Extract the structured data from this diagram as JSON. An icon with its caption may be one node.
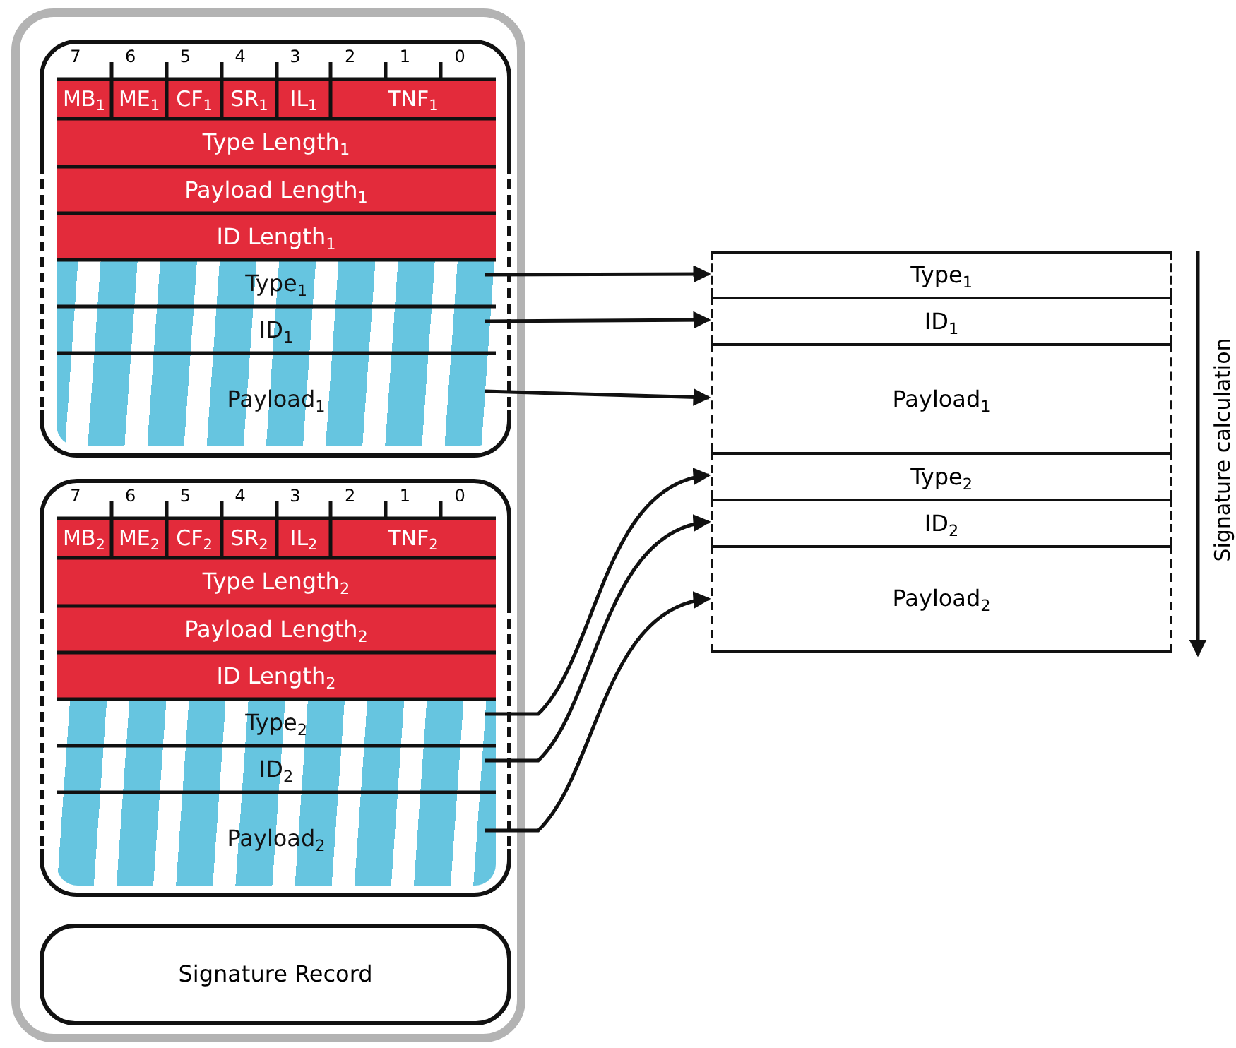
{
  "diagram": {
    "nodes": [
      {
        "text": [],
        "shape": "box"
      },
      {
        "text": [],
        "shape": "box",
        "in": 0
      },
      {
        "text": [
          "MB$_{1}$"
        ],
        "in": 1
      },
      {
        "text": [
          "ME$_{1}$"
        ],
        "in": 1
      },
      {
        "text": [
          "CF$_{1}$"
        ],
        "in": 1
      },
      {
        "text": [
          "SR$_{1}$"
        ],
        "in": 1
      },
      {
        "text": [
          "IL$_{1}$"
        ],
        "in": 1
      },
      {
        "text": [
          "TNF$_{1}$"
        ],
        "in": 1
      },
      {
        "text": [
          "Type Length$_{1}$"
        ],
        "in": 1
      },
      {
        "text": [
          "Payload Length$_{1}$"
        ],
        "in": 1
      },
      {
        "text": [
          "ID Length$_{1}$"
        ],
        "in": 1
      },
      {
        "text": [
          "Type$_{1}$"
        ],
        "in": 1
      },
      {
        "text": [
          "ID$_{1}$"
        ],
        "in": 1
      },
      {
        "text": [
          "Payload$_{1}$"
        ],
        "in": 1
      },
      {
        "text": [],
        "shape": "box",
        "in": 0
      },
      {
        "text": [
          "MB$_{2}$"
        ],
        "in": 14
      },
      {
        "text": [
          "ME$_{2}$"
        ],
        "in": 14
      },
      {
        "text": [
          "CF$_{2}$"
        ],
        "in": 14
      },
      {
        "text": [
          "SR$_{2}$"
        ],
        "in": 14
      },
      {
        "text": [
          "IL$_{2}$"
        ],
        "in": 14
      },
      {
        "text": [
          "TNF$_{2}$"
        ],
        "in": 14
      },
      {
        "text": [
          "Type Length$_{2}$"
        ],
        "in": 14
      },
      {
        "text": [
          "Payload Length$_{2}$"
        ],
        "in": 14
      },
      {
        "text": [
          "ID Length$_{2}$"
        ],
        "in": 14
      },
      {
        "text": [
          "Type$_{2}$"
        ],
        "in": 14
      },
      {
        "text": [
          "ID$_{2}$"
        ],
        "in": 14
      },
      {
        "text": [
          "Payload$_{2}$"
        ],
        "in": 14
      },
      {
        "text": [
          "Signature Record"
        ],
        "in": 0
      },
      {
        "text": [
          "Type$_{1}$"
        ]
      },
      {
        "text": [
          "ID$_{1}$"
        ]
      },
      {
        "text": [
          "Payload$_{1}$"
        ]
      },
      {
        "text": [
          "Type$_{2}$"
        ]
      },
      {
        "text": [
          "ID$_{2}$"
        ]
      },
      {
        "text": [
          "Payload$_{2}$"
        ]
      }
    ],
    "edges": [
      {
        "from": 11,
        "to": 28,
        "arrow": "to"
      },
      {
        "from": 12,
        "to": 29,
        "arrow": "to"
      },
      {
        "from": 13,
        "to": 30,
        "arrow": "to"
      },
      {
        "from": 24,
        "to": 31,
        "arrow": "to"
      },
      {
        "from": 25,
        "to": 32,
        "arrow": "to"
      },
      {
        "from": 26,
        "to": 33,
        "arrow": "to"
      }
    ],
    "labels": [
      "7",
      "6",
      "5",
      "4",
      "3",
      "2",
      "1",
      "0",
      "7",
      "6",
      "5",
      "4",
      "3",
      "2",
      "1",
      "0",
      "Signature calculation"
    ]
  }
}
